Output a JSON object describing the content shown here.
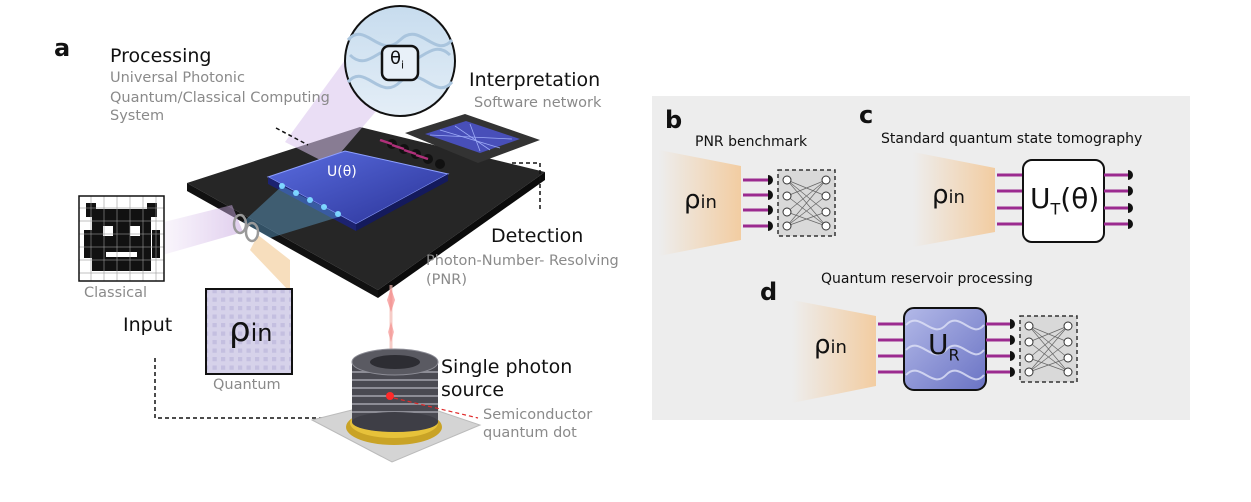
{
  "panel_a": {
    "label": "a",
    "processing": {
      "title": "Processing",
      "lines": [
        "Universal Photonic",
        "Quantum/Classical Computing",
        "System"
      ]
    },
    "theta": "θ",
    "theta_sub": "i",
    "unitary": "U(θ)",
    "interpretation": {
      "title": "Interpretation",
      "sub": "Software network"
    },
    "detection": {
      "title": "Detection",
      "lines": [
        "Photon-Number- Resolving",
        "(PNR)"
      ]
    },
    "input": "Input",
    "classical": "Classical",
    "quantum": "Quantum",
    "rho": "ρ",
    "rho_sub": "in",
    "source": {
      "lines": [
        "Single photon",
        "source"
      ],
      "sub_lines": [
        "Semiconductor",
        "quantum dot"
      ]
    }
  },
  "panel_b": {
    "label": "b",
    "title": "PNR benchmark",
    "rho": "ρ",
    "rho_sub": "in"
  },
  "panel_c": {
    "label": "c",
    "title": "Standard quantum state tomography",
    "rho": "ρ",
    "rho_sub": "in",
    "u": "U",
    "u_sub": "T",
    "u_arg": "(θ)"
  },
  "panel_d": {
    "label": "d",
    "title": "Quantum reservoir processing",
    "rho": "ρ",
    "rho_sub": "in",
    "u": "U",
    "u_sub": "R"
  },
  "colors": {
    "purple": "#9b2a8f",
    "blue_chip": "#4b5bd4",
    "panel_bg": "#ededed",
    "beam": "#f2b87a"
  }
}
